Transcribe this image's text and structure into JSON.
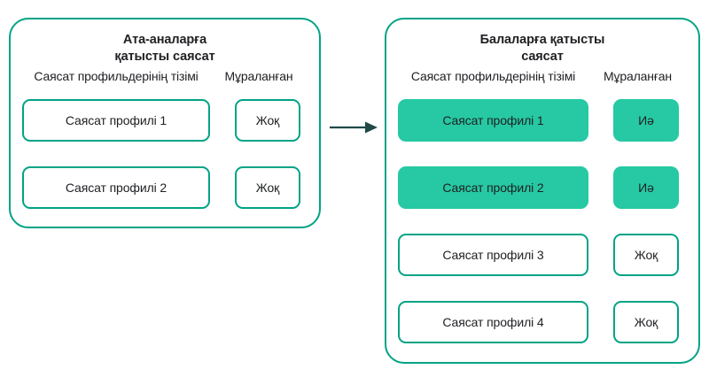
{
  "diagram": {
    "accent_color": "#00a385",
    "fill_color": "#26c9a3",
    "arrow_color": "#1f4a47",
    "text_color": "#202124",
    "arrow": {
      "name": "inherits-to-arrow",
      "direction": "right"
    },
    "panels": [
      {
        "id": "parents",
        "title": "Ата-аналарға\nқатысты саясат",
        "columns": {
          "profiles": "Саясат профильдерінің тізімі",
          "inherited": "Мұраланған"
        },
        "rows": [
          {
            "profile": "Саясат профилі 1",
            "inherited": "Жоқ",
            "highlighted": false
          },
          {
            "profile": "Саясат профилі 2",
            "inherited": "Жоқ",
            "highlighted": false
          }
        ]
      },
      {
        "id": "children",
        "title": "Балаларға қатысты\nсаясат",
        "columns": {
          "profiles": "Саясат профильдерінің тізімі",
          "inherited": "Мұраланған"
        },
        "rows": [
          {
            "profile": "Саясат профилі 1",
            "inherited": "Иә",
            "highlighted": true
          },
          {
            "profile": "Саясат профилі 2",
            "inherited": "Иә",
            "highlighted": true
          },
          {
            "profile": "Саясат профилі 3",
            "inherited": "Жоқ",
            "highlighted": false
          },
          {
            "profile": "Саясат профилі 4",
            "inherited": "Жоқ",
            "highlighted": false
          }
        ]
      }
    ]
  }
}
